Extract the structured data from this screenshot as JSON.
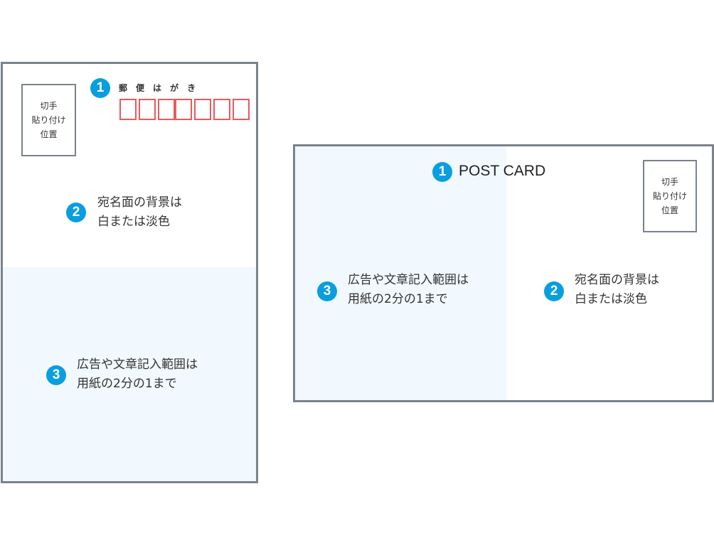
{
  "colors": {
    "border": "#7a828c",
    "badge": "#0a9ee0",
    "postal_box": "#e85a5a",
    "tint": "#f1f8fe"
  },
  "vertical_card": {
    "stamp_text": "切手\n貼り付け\n位置",
    "badge1": "1",
    "kana_title": "郵便はがき",
    "zip_group1_count": 3,
    "zip_group2_count": 4,
    "badge2": "2",
    "label2": "宛名面の背景は\n白または淡色",
    "badge3": "3",
    "label3": "広告や文章記入範囲は\n用紙の2分の1まで"
  },
  "horizontal_card": {
    "badge1": "1",
    "title": "POST CARD",
    "stamp_text": "切手\n貼り付け\n位置",
    "badge3": "3",
    "label3": "広告や文章記入範囲は\n用紙の2分の1まで",
    "badge2": "2",
    "label2": "宛名面の背景は\n白または淡色"
  }
}
